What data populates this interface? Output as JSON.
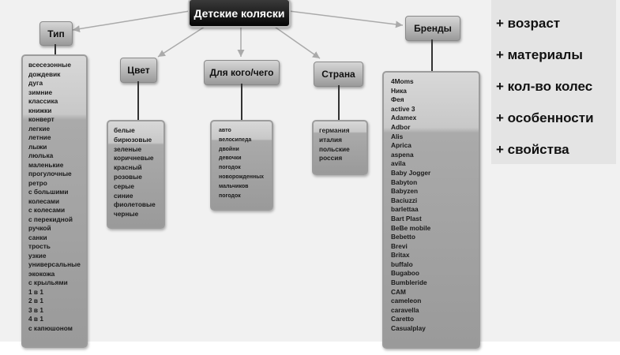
{
  "root": "Детские коляски",
  "categories": {
    "type": {
      "label": "Тип",
      "items": [
        "всесезонные",
        "дождевик",
        "дуга",
        "зимние",
        "классика",
        "книжки",
        "конверт",
        "легкие",
        "летние",
        "лыжи",
        "люлька",
        "маленькие",
        "прогулочные",
        "ретро",
        "с большими",
        "колесами",
        "с колесами",
        "с перекидной",
        "ручкой",
        "санки",
        "трость",
        "узкие",
        "универсальные",
        "экокожа",
        "с крыльями",
        "1 в 1",
        "2 в 1",
        "3 в 1",
        "4 в 1",
        "с капюшоном"
      ]
    },
    "color": {
      "label": "Цвет",
      "items": [
        "белые",
        "бирюзовые",
        "зеленые",
        "коричневые",
        "красный",
        "розовые",
        "серые",
        "синие",
        "фиолетовые",
        "черные"
      ]
    },
    "whom": {
      "label": "Для кого/чего",
      "items": [
        "авто",
        "велосипеда",
        "двойни",
        "девочки",
        "погодок",
        "новорожденных",
        "мальчиков",
        "погодок"
      ]
    },
    "country": {
      "label": "Страна",
      "items": [
        "германия",
        "италия",
        "польские",
        "россия"
      ]
    },
    "brands": {
      "label": "Бренды",
      "items": [
        "4Moms",
        "Ника",
        "Фея",
        "active 3",
        "Adamex",
        "Adbor",
        "Alis",
        "Aprica",
        "aspena",
        "avila",
        "Baby Jogger",
        "Babyton",
        "Babyzen",
        "Baciuzzi",
        "barlettaa",
        "Bart Plast",
        "BeBe mobile",
        "Bebetto",
        "Brevi",
        "Britax",
        "buffalo",
        "Bugaboo",
        "Bumbleride",
        "CAM",
        "cameleon",
        "caravella",
        "Caretto",
        "Casualplay"
      ]
    }
  },
  "notes": [
    "+ возраст",
    "+ материалы",
    "+ кол-во колес",
    "+ особенности",
    "+ свойства"
  ]
}
